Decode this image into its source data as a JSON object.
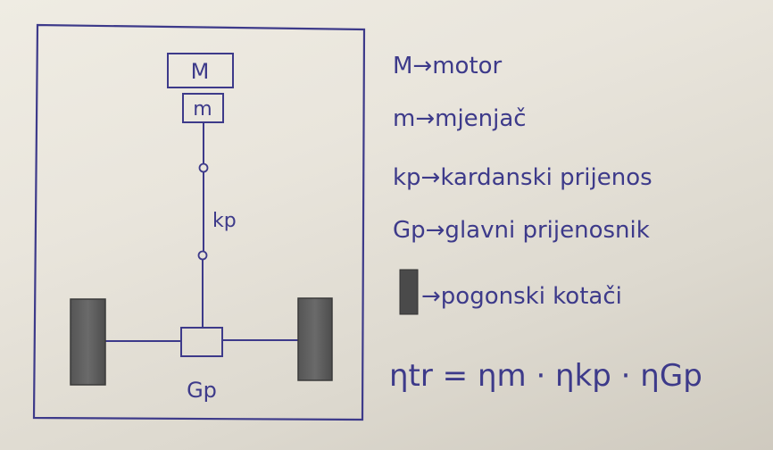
{
  "diagram": {
    "blocks": {
      "motor": "M",
      "gearbox": "m",
      "shaft": "kp",
      "differential": "Gp"
    },
    "legend": [
      {
        "symbol": "M",
        "text": "M→motor"
      },
      {
        "symbol": "m",
        "text": "m→mjenjač"
      },
      {
        "symbol": "kp",
        "text": "kp→kardanski prijenos"
      },
      {
        "symbol": "Gp",
        "text": "Gp→glavni prijenosnik"
      },
      {
        "symbol": "wheel",
        "text": "→pogonski kotači"
      }
    ],
    "formula": "ηtr = ηm · ηkp · ηGp"
  },
  "colors": {
    "ink": "#3d3a8a",
    "wheel_fill": "#4a4a4a",
    "paper": "#e9e5dc"
  }
}
